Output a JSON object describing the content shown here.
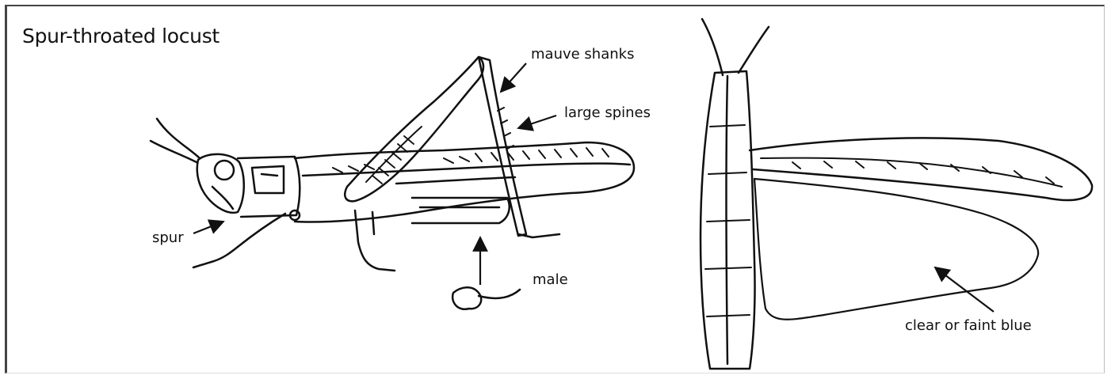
{
  "figure": {
    "title": "Spur-throated locust",
    "labels": {
      "mauve_shanks": "mauve shanks",
      "large_spines": "large spines",
      "spur": "spur",
      "male": "male",
      "wing_color": "clear or faint blue"
    }
  }
}
